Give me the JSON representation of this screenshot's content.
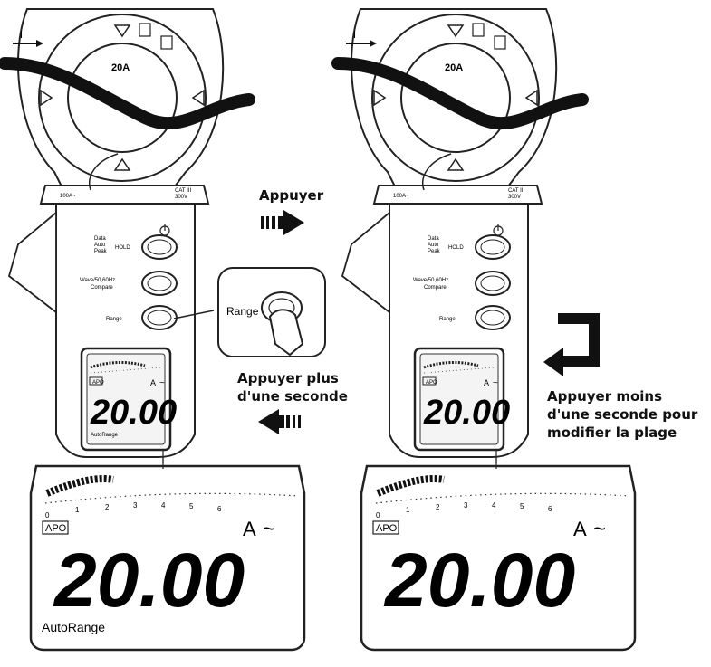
{
  "captions": {
    "press": "Appuyer",
    "press_long_1": "Appuyer plus",
    "press_long_2": "d'une seconde",
    "press_short_1": "Appuyer moins",
    "press_short_2": "d'une seconde pour",
    "press_short_3": "modifier la plage"
  },
  "meter": {
    "current_arrow": "I",
    "jaw_rating": "20A",
    "jaw_max": "100A~",
    "category_1": "CAT III",
    "category_2": "300V",
    "btn_hold_label_1": "Data",
    "btn_hold_label_2": "Auto",
    "btn_hold_label_3": "Peak",
    "btn_hold_label_4": "HOLD",
    "btn_wave_label_1": "Wave/50,60Hz",
    "btn_wave_label_2": "Compare",
    "btn_range_label": "Range",
    "power_icon": "power-icon"
  },
  "zoom": {
    "range_label": "Range"
  },
  "display": {
    "apo": "APO",
    "unit": "A",
    "ac_symbol": "~",
    "reading": "20.00",
    "scale": [
      "0",
      "1",
      "2",
      "3",
      "4",
      "5",
      "6"
    ],
    "mode_left": "AutoRange",
    "mode_right": ""
  }
}
